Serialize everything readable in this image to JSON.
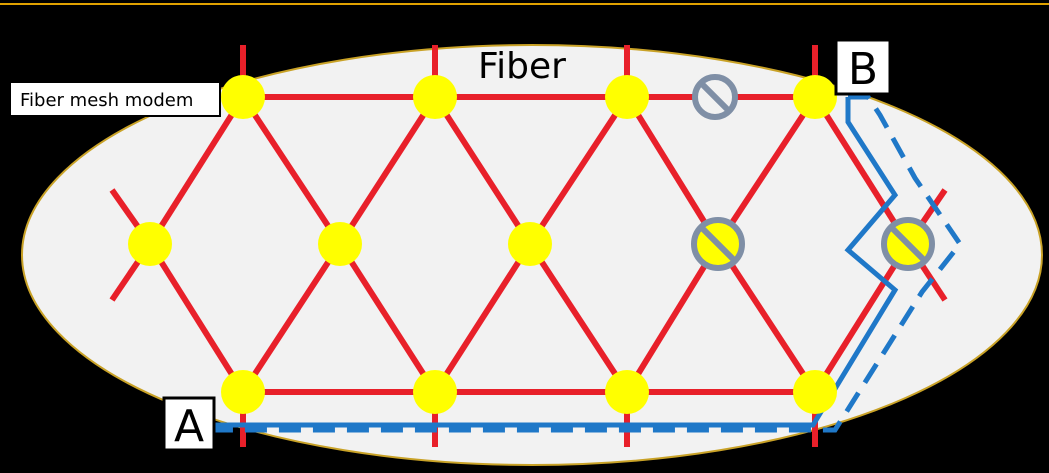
{
  "diagram": {
    "title": "Fiber",
    "modem_label": "Fiber mesh modem",
    "endpoints": {
      "a": "A",
      "b": "B"
    },
    "colors": {
      "background": "#000000",
      "top_rule": "#e0a100",
      "ellipse_fill": "#f2f2f2",
      "ellipse_stroke": "#c9a227",
      "fiber_link": "#e8202a",
      "node_fill": "#ffff00",
      "path_color": "#1f78c8",
      "blocked_stroke": "#7f8fa6"
    }
  }
}
